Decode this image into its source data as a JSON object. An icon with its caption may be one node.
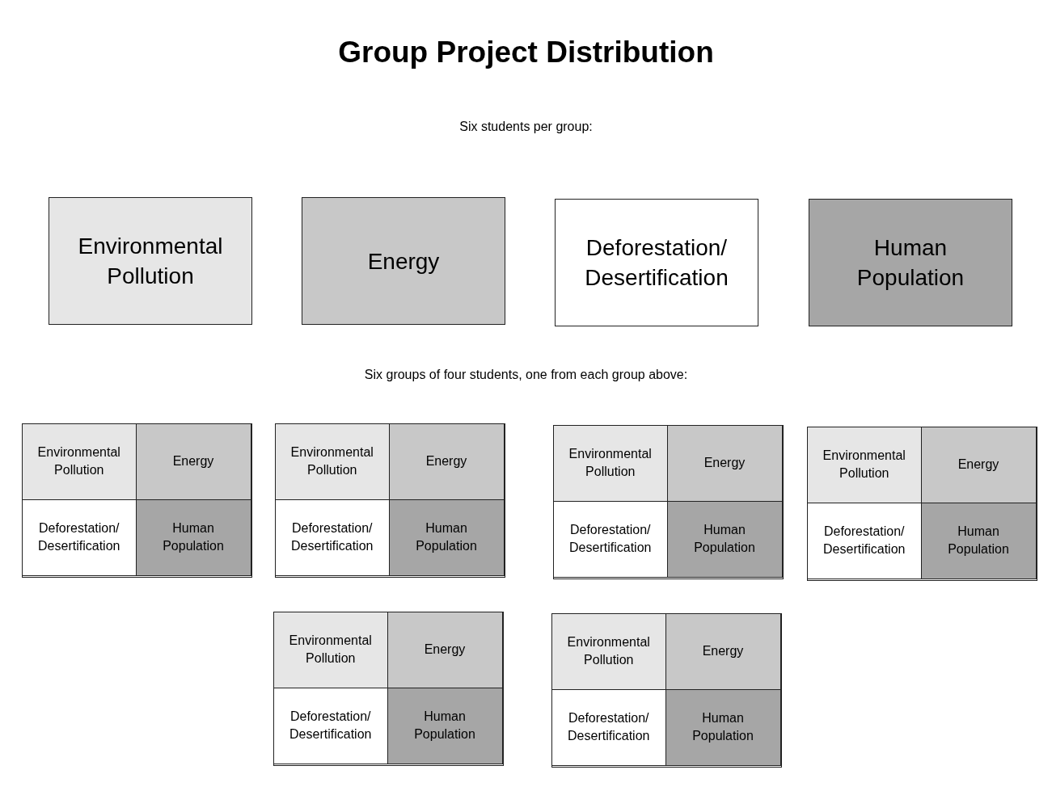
{
  "diagram": {
    "title": "Group Project Distribution",
    "nodes": [
      {
        "text": [
          "Environmental Pollution"
        ]
      },
      {
        "text": [
          "Energy"
        ]
      },
      {
        "text": [
          "Deforestation/ Desertification"
        ]
      },
      {
        "text": [
          "Human Population"
        ]
      },
      {
        "text": [],
        "shape": "box"
      },
      {
        "text": [
          "Environmental Pollution"
        ],
        "in": 4
      },
      {
        "text": [
          "Energy"
        ],
        "in": 4
      },
      {
        "text": [
          "Deforestation/ Desertification"
        ],
        "in": 4
      },
      {
        "text": [
          "Human Population"
        ],
        "in": 4
      },
      {
        "text": [],
        "shape": "box"
      },
      {
        "text": [
          "Environmental Pollution"
        ],
        "in": 9
      },
      {
        "text": [
          "Energy"
        ],
        "in": 9
      },
      {
        "text": [
          "Deforestation/ Desertification"
        ],
        "in": 9
      },
      {
        "text": [
          "Human Population"
        ],
        "in": 9
      },
      {
        "text": [],
        "shape": "box"
      },
      {
        "text": [
          "Environmental Pollution"
        ],
        "in": 14
      },
      {
        "text": [
          "Energy"
        ],
        "in": 14
      },
      {
        "text": [
          "Deforestation/ Desertification"
        ],
        "in": 14
      },
      {
        "text": [
          "Human Population"
        ],
        "in": 14
      },
      {
        "text": [],
        "shape": "box"
      },
      {
        "text": [
          "Environmental Pollution"
        ],
        "in": 19
      },
      {
        "text": [
          "Energy"
        ],
        "in": 19
      },
      {
        "text": [
          "Deforestation/ Desertification"
        ],
        "in": 19
      },
      {
        "text": [
          "Human Population"
        ],
        "in": 19
      },
      {
        "text": [],
        "shape": "box"
      },
      {
        "text": [
          "Environmental Pollution"
        ],
        "in": 24
      },
      {
        "text": [
          "Energy"
        ],
        "in": 24
      },
      {
        "text": [
          "Deforestation/ Desertification"
        ],
        "in": 24
      },
      {
        "text": [
          "Human Population"
        ],
        "in": 24
      },
      {
        "text": [],
        "shape": "box"
      },
      {
        "text": [
          "Environmental Pollution"
        ],
        "in": 29
      },
      {
        "text": [
          "Energy"
        ],
        "in": 29
      },
      {
        "text": [
          "Deforestation/ Desertification"
        ],
        "in": 29
      },
      {
        "text": [
          "Human Population"
        ],
        "in": 29
      }
    ],
    "labels": [
      "Six students per group:",
      "Six groups of four students, one from each group above:"
    ]
  }
}
